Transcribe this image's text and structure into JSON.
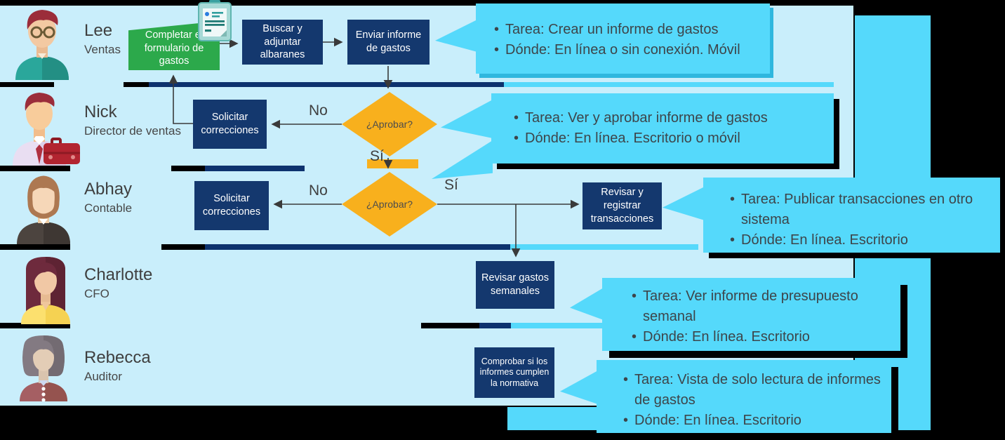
{
  "lanes": [
    {
      "name": "Lee",
      "role": "Ventas"
    },
    {
      "name": "Nick",
      "role": "Director de ventas"
    },
    {
      "name": "Abhay",
      "role": "Contable"
    },
    {
      "name": "Charlotte",
      "role": "CFO"
    },
    {
      "name": "Rebecca",
      "role": "Auditor"
    }
  ],
  "nodes": {
    "complete_form": "Completar el formulario de gastos",
    "attach_receipts": "Buscar y adjuntar albaranes",
    "send_report": "Enviar informe de gastos",
    "request_corrections_1": "Solicitar correcciones",
    "approve_1": "¿Aprobar?",
    "request_corrections_2": "Solicitar correcciones",
    "approve_2": "¿Aprobar?",
    "post_transactions": "Revisar y registrar transacciones",
    "review_weekly": "Revisar gastos semanales",
    "check_compliance": "Comprobar si los informes cumplen la normativa"
  },
  "edge_labels": {
    "approve1_no": "No",
    "approve1_yes": "Sí",
    "approve2_no": "No",
    "approve2_yes": "Sí"
  },
  "callouts": [
    {
      "bullets": [
        "Tarea: Crear un informe de gastos",
        "Dónde: En línea o sin conexión. Móvil"
      ]
    },
    {
      "bullets": [
        "Tarea: Ver y aprobar informe de gastos",
        "Dónde: En línea. Escritorio o móvil"
      ]
    },
    {
      "bullets": [
        "Tarea: Publicar transacciones en otro sistema",
        "Dónde: En línea. Escritorio"
      ]
    },
    {
      "bullets": [
        "Tarea: Ver informe de presupuesto semanal",
        "Dónde: En línea. Escritorio"
      ]
    },
    {
      "bullets": [
        "Tarea: Vista de solo lectura de informes de gastos",
        "Dónde: En línea. Escritorio"
      ]
    }
  ],
  "icons": {
    "document_icon": "expense-form-document"
  },
  "colors": {
    "lane_background": "#c9eefb",
    "callout_cyan": "#55d9fb",
    "node_navy": "#14386e",
    "start_green": "#2ca94b",
    "decision_yellow": "#f8b01d",
    "divider_navy": "#0d326e",
    "text_dark": "#3f3f3f"
  }
}
